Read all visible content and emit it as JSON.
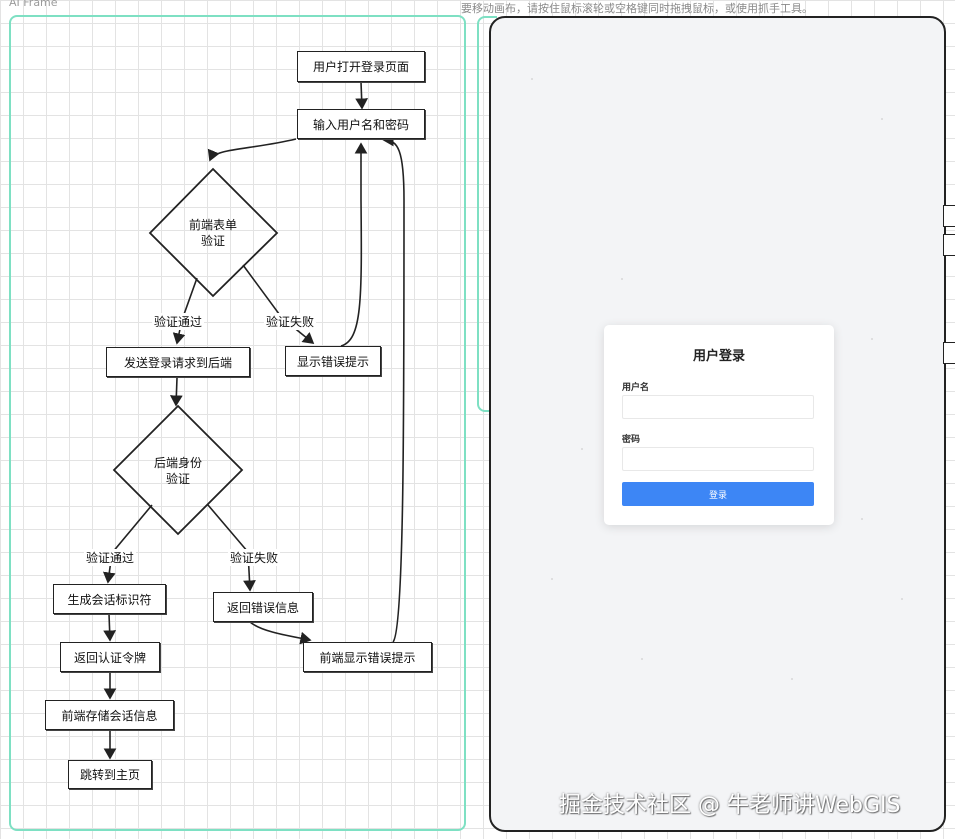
{
  "canvas": {
    "frame_label": "AI Frame",
    "hint_text": "要移动画布，请按住鼠标滚轮或空格键同时拖拽鼠标，或使用抓手工具。"
  },
  "flowchart": {
    "nodes": {
      "open_login": "用户打开登录页面",
      "input_credentials": "输入用户名和密码",
      "frontend_validation_line1": "前端表单",
      "frontend_validation_line2": "验证",
      "send_request": "发送登录请求到后端",
      "show_error": "显示错误提示",
      "backend_auth_line1": "后端身份",
      "backend_auth_line2": "验证",
      "generate_session": "生成会话标识符",
      "return_error": "返回错误信息",
      "return_token": "返回认证令牌",
      "frontend_show_error": "前端显示错误提示",
      "store_session": "前端存储会话信息",
      "redirect_home": "跳转到主页"
    },
    "edge_labels": {
      "pass_1": "验证通过",
      "fail_1": "验证失败",
      "pass_2": "验证通过",
      "fail_2": "验证失败"
    }
  },
  "login_form": {
    "title": "用户登录",
    "username_label": "用户名",
    "username_value": "",
    "password_label": "密码",
    "password_value": "",
    "submit_label": "登录"
  },
  "watermark": "掘金技术社区 @ 牛老师讲WebGIS",
  "colors": {
    "frame_border": "#7ee0c3",
    "button": "#3d86f5",
    "phone_bg": "#f3f4f6"
  }
}
